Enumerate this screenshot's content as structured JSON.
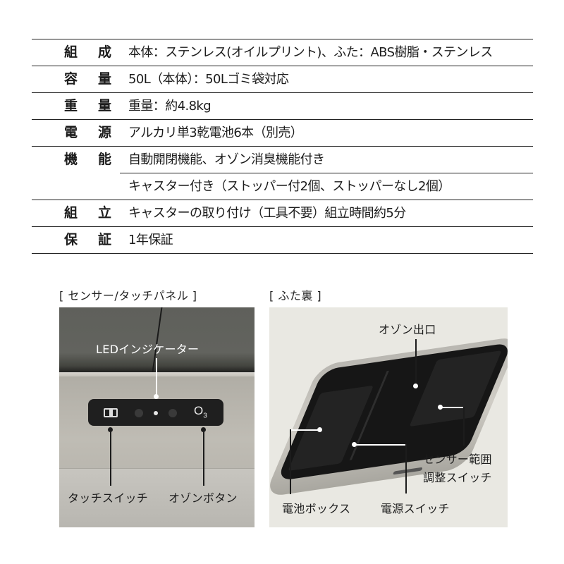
{
  "spec_table": {
    "rows": [
      {
        "label": [
          "組",
          "成"
        ],
        "values": [
          "本体：ステンレス(オイルプリント)、ふた：ABS樹脂・ステンレス"
        ]
      },
      {
        "label": [
          "容",
          "量"
        ],
        "values": [
          "50L（本体）：50Lゴミ袋対応"
        ]
      },
      {
        "label": [
          "重",
          "量"
        ],
        "values": [
          "重量：約4.8kg"
        ]
      },
      {
        "label": [
          "電",
          "源"
        ],
        "values": [
          "アルカリ単3乾電池6本（別売）"
        ]
      },
      {
        "label": [
          "機",
          "能"
        ],
        "values": [
          "自動開閉機能、オゾン消臭機能付き",
          "キャスター付き（ストッパー付2個、ストッパーなし2個）"
        ]
      },
      {
        "label": [
          "組",
          "立"
        ],
        "values": [
          "キャスターの取り付け（工具不要）組立時間約5分"
        ]
      },
      {
        "label": [
          "保",
          "証"
        ],
        "values": [
          "1年保証"
        ]
      }
    ]
  },
  "photos": {
    "left": {
      "caption": "[ センサー/タッチパネル ]",
      "annotations": {
        "led": "LEDインジケーター",
        "touch_switch": "タッチスイッチ",
        "ozone_button": "オゾンボタン"
      },
      "panel": {
        "ozone_symbol": "O",
        "ozone_subscript": "3"
      }
    },
    "right": {
      "caption": "[ ふた裏 ]",
      "annotations": {
        "ozone_outlet": "オゾン出口",
        "sensor_range_line1": "センサー範囲",
        "sensor_range_line2": "調整スイッチ",
        "battery_box": "電池ボックス",
        "power_switch": "電源スイッチ"
      }
    }
  },
  "colors": {
    "text": "#1c1c1c",
    "rule": "#222222",
    "panel_black": "#1f1f1f",
    "lid_grey": "#5f605b",
    "stainless": "#bfbcb4",
    "photo_bg_right": "#e9e8e2"
  }
}
